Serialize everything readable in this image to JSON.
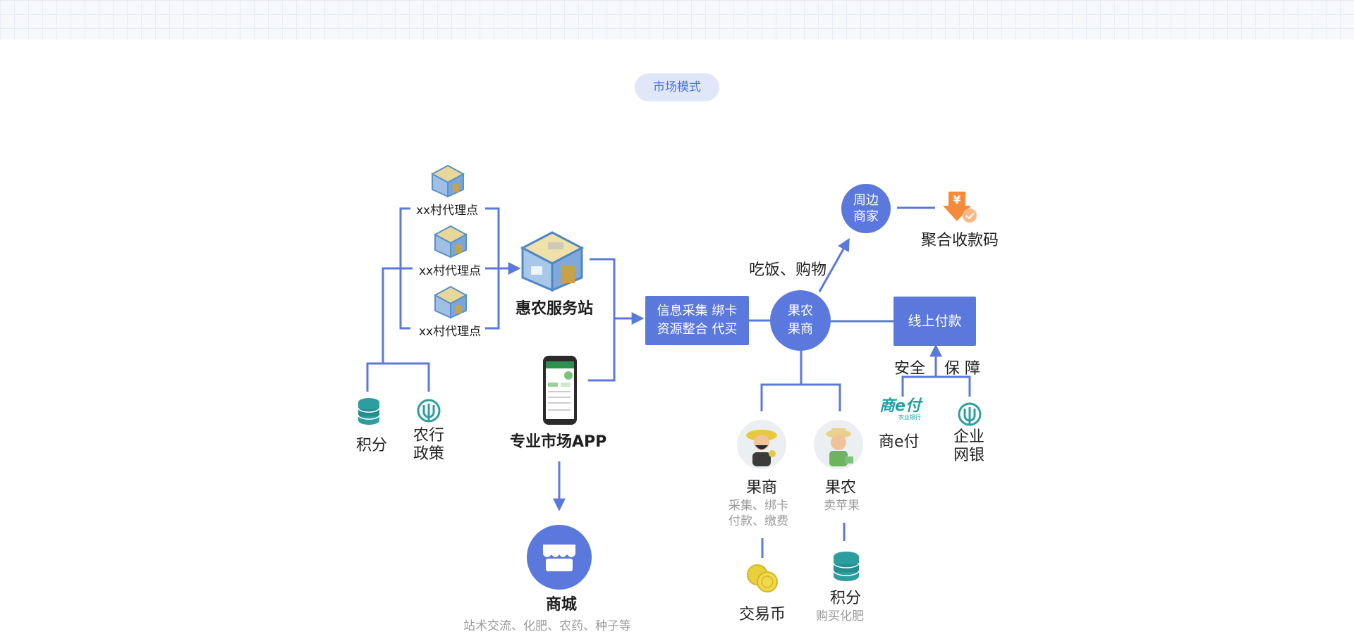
{
  "title": "市场模式",
  "agents": [
    "xx村代理点",
    "xx村代理点",
    "xx村代理点"
  ],
  "service_station": "惠农服务站",
  "app": "专业市场APP",
  "mall": {
    "label": "商城",
    "desc": "站术交流、化肥、农药、种子等"
  },
  "bottom_left": {
    "points": "积分",
    "policy_line1": "农行",
    "policy_line2": "政策"
  },
  "info_box": {
    "line1": "信息采集 绑卡",
    "line2": "资源整合 代买"
  },
  "center": {
    "line1": "果农",
    "line2": "果商"
  },
  "merchants": {
    "line1": "周边",
    "line2": "商家"
  },
  "eat_shop": "吃饭、购物",
  "agg_code": "聚合收款码",
  "online_pay": "线上付款",
  "security": {
    "left": "安全",
    "right": "保 障"
  },
  "epay": {
    "logo_text": "商e付",
    "logo_sub": "农业银行",
    "label": "商e付"
  },
  "corp_bank": {
    "line1": "企业",
    "line2": "网银"
  },
  "merchant_person": {
    "label": "果商",
    "desc1": "采集、绑卡",
    "desc2": "付款、缴费"
  },
  "farmer_person": {
    "label": "果农",
    "desc": "卖苹果"
  },
  "coin": {
    "label": "交易币"
  },
  "points2": {
    "label": "积分",
    "desc": "购买化肥"
  },
  "colors": {
    "primary": "#5b78dc",
    "teal": "#2d9ea0",
    "gray_text": "#9a9a9a",
    "pill_bg": "#dfe7f8"
  }
}
